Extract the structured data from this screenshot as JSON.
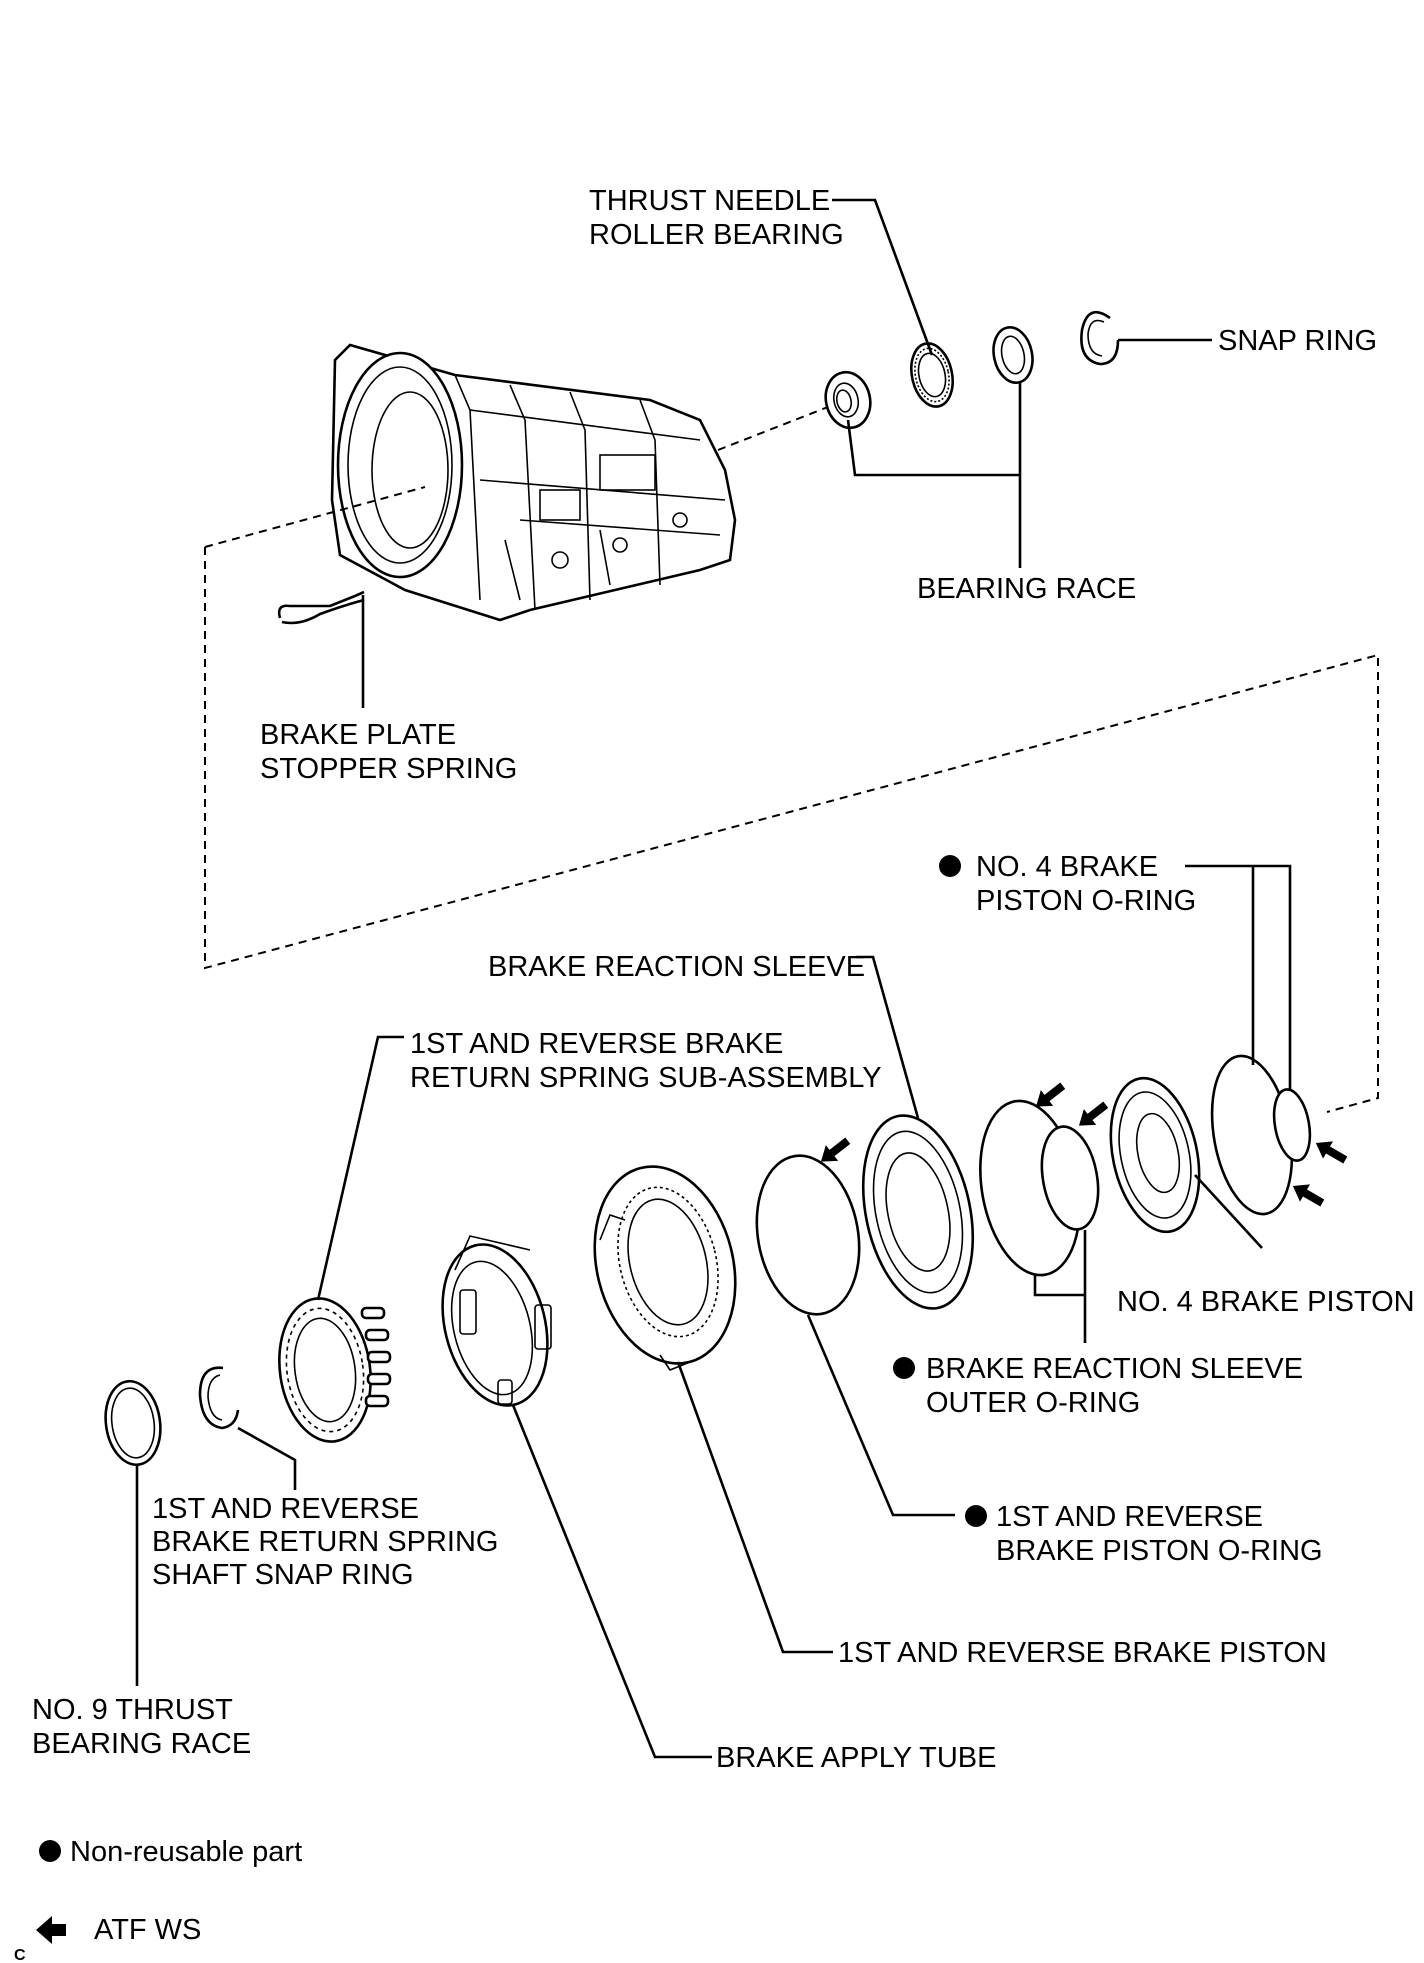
{
  "labels": {
    "thrust_needle_roller_bearing": [
      "THRUST NEEDLE",
      "ROLLER BEARING"
    ],
    "snap_ring": [
      "SNAP RING"
    ],
    "bearing_race": [
      "BEARING RACE"
    ],
    "brake_plate_stopper_spring": [
      "BRAKE PLATE",
      "STOPPER SPRING"
    ],
    "no4_brake_piston_oring": [
      "NO. 4 BRAKE",
      "PISTON O-RING"
    ],
    "brake_reaction_sleeve": [
      "BRAKE REACTION SLEEVE"
    ],
    "return_spring_sub_assembly": [
      "1ST AND REVERSE BRAKE",
      "RETURN SPRING SUB-ASSEMBLY"
    ],
    "no4_brake_piston": [
      "NO. 4 BRAKE PISTON"
    ],
    "reaction_sleeve_outer_oring": [
      "BRAKE REACTION SLEEVE",
      "OUTER O-RING"
    ],
    "brake_piston_oring": [
      "1ST AND REVERSE",
      "BRAKE PISTON O-RING"
    ],
    "shaft_snap_ring": [
      "1ST AND REVERSE",
      "BRAKE RETURN SPRING",
      "SHAFT SNAP RING"
    ],
    "brake_piston": [
      "1ST AND REVERSE BRAKE PISTON"
    ],
    "no9_thrust_bearing_race": [
      "NO. 9 THRUST",
      "BEARING RACE"
    ],
    "brake_apply_tube": [
      "BRAKE APPLY TUBE"
    ]
  },
  "legend": {
    "non_reusable": "Non-reusable part",
    "atf": "ATF WS"
  },
  "corner_code": "C",
  "colors": {
    "ink": "#000000",
    "background": "#ffffff"
  }
}
